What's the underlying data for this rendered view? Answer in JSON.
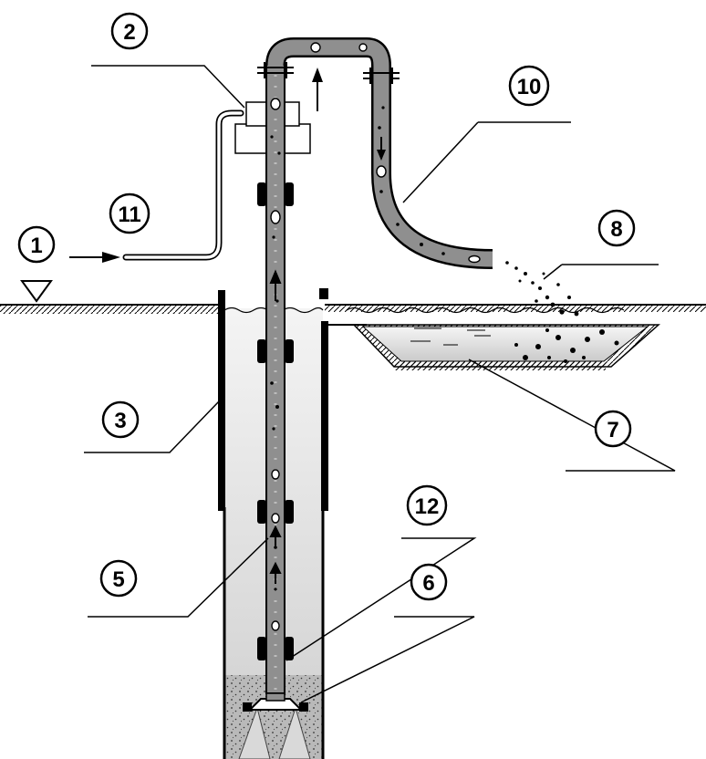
{
  "diagram": {
    "callouts": [
      {
        "id": "c1",
        "label": "1"
      },
      {
        "id": "c2",
        "label": "2"
      },
      {
        "id": "c3",
        "label": "3"
      },
      {
        "id": "c5",
        "label": "5"
      },
      {
        "id": "c6",
        "label": "6"
      },
      {
        "id": "c7",
        "label": "7"
      },
      {
        "id": "c8",
        "label": "8"
      },
      {
        "id": "c10",
        "label": "10"
      },
      {
        "id": "c11",
        "label": "11"
      },
      {
        "id": "c12",
        "label": "12"
      }
    ],
    "colors": {
      "line": "#000000",
      "pipe": "#8c8c8c",
      "water_light": "#e9e9e9",
      "water_dark": "#c8c8c8",
      "sediment": "#b5b5b5"
    }
  }
}
